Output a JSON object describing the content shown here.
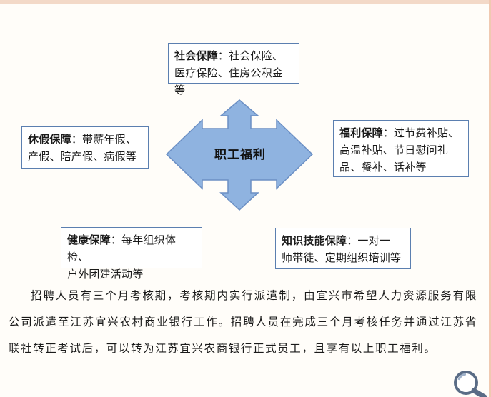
{
  "diagram": {
    "center": "职工福利",
    "social": {
      "head": "社会保障",
      "text": "：社会保险、",
      "line2": "医疗保险、住房公积金等"
    },
    "welfare": {
      "head": "福利保障",
      "text": "：过节费补贴、",
      "line2": "高温补贴、节日慰问礼",
      "line3": "品、餐补、话补等"
    },
    "leave": {
      "head": "休假保障",
      "text": "：带薪年假、",
      "line2": "产假、陪产假、病假等"
    },
    "health": {
      "head": "健康保障",
      "text": "：每年组织体检、",
      "line2": "户外团建活动等"
    },
    "skill": {
      "head": "知识技能保障",
      "text": "：一对一",
      "line2": "师带徒、定期组织培训等"
    }
  },
  "paragraph": "招聘人员有三个月考核期，考核期内实行派遣制，由宜兴市希望人力资源服务有限公司派遣至江苏宜兴农村商业银行工作。招聘人员在完成三个月考核任务并通过江苏省联社转正考试后，可以转为江苏宜兴农商银行正式员工，且享有以上职工福利。",
  "colors": {
    "arrow_fill": "#8fb3e0",
    "arrow_stroke": "#6b8fc4",
    "box_border": "#5b7fb0"
  },
  "icons": {
    "corner": "magnifier-icon"
  }
}
